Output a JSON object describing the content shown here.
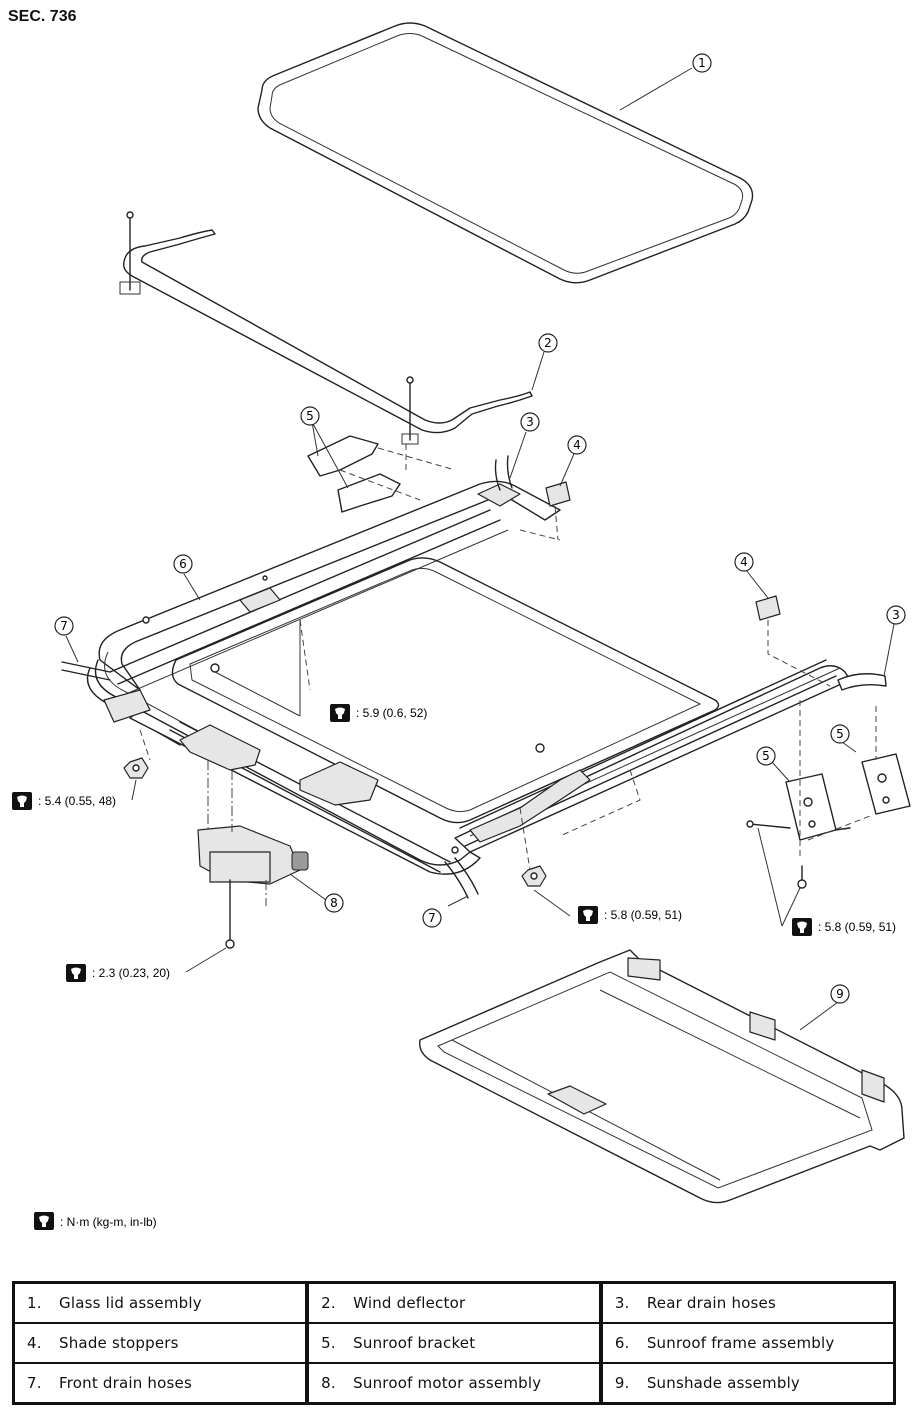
{
  "section_title": "SEC. 736",
  "callouts": [
    "1",
    "2",
    "3",
    "4",
    "5",
    "6",
    "7",
    "8",
    "9"
  ],
  "torques": {
    "t1": ": 5.9 (0.6, 52)",
    "t2": ": 5.4 (0.55, 48)",
    "t3": ": 5.8 (0.59, 51)",
    "t4": ": 5.8 (0.59, 51)",
    "t5": ": 2.3 (0.23, 20)"
  },
  "legend": ": N·m (kg-m, in-lb)",
  "parts": [
    {
      "num": "1.",
      "name": "Glass lid assembly"
    },
    {
      "num": "2.",
      "name": "Wind deflector"
    },
    {
      "num": "3.",
      "name": "Rear drain hoses"
    },
    {
      "num": "4.",
      "name": "Shade stoppers"
    },
    {
      "num": "5.",
      "name": "Sunroof bracket"
    },
    {
      "num": "6.",
      "name": "Sunroof frame assembly"
    },
    {
      "num": "7.",
      "name": "Front drain hoses"
    },
    {
      "num": "8.",
      "name": "Sunroof motor assembly"
    },
    {
      "num": "9.",
      "name": "Sunshade assembly"
    }
  ]
}
